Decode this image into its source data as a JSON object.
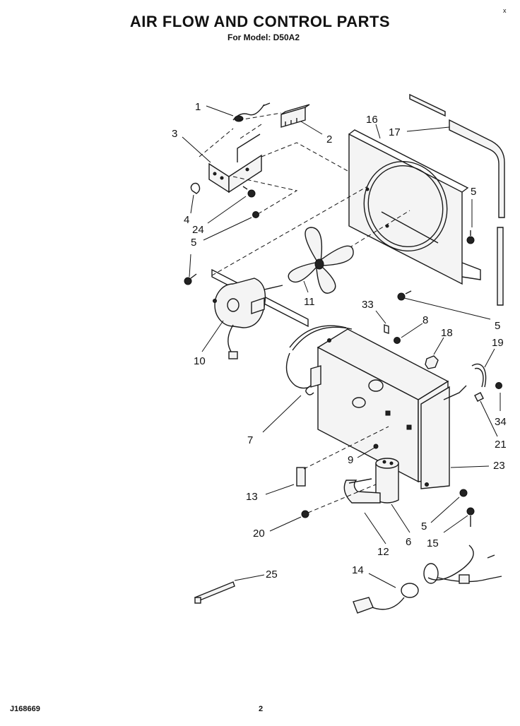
{
  "header": {
    "title": "AIR FLOW AND CONTROL PARTS",
    "subtitle": "For Model: D50A2",
    "corner_mark": "x"
  },
  "footer": {
    "doc_number": "J168669",
    "page_number": "2"
  },
  "callouts": {
    "c1": "1",
    "c2": "2",
    "c3": "3",
    "c4": "4",
    "c24": "24",
    "c5a": "5",
    "c5b": "5",
    "c5c": "5",
    "c5d": "5",
    "c16": "16",
    "c17": "17",
    "c11": "11",
    "c10": "10",
    "c33": "33",
    "c8": "8",
    "c18": "18",
    "c19": "19",
    "c34": "34",
    "c21": "21",
    "c7": "7",
    "c9": "9",
    "c23": "23",
    "c13": "13",
    "c20": "20",
    "c12": "12",
    "c6": "6",
    "c15": "15",
    "c14": "14",
    "c25": "25"
  },
  "colors": {
    "ink": "#111111",
    "paper": "#ffffff"
  }
}
